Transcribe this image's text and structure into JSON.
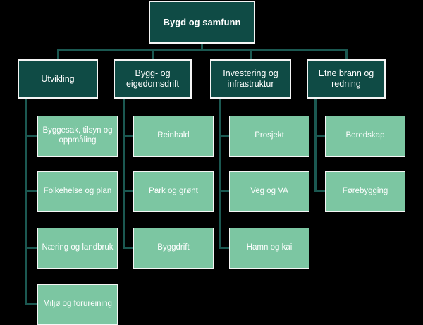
{
  "diagram": {
    "type": "org-chart",
    "root": {
      "label": "Bygd og samfunn"
    },
    "branches": [
      {
        "label": "Utvikling",
        "children": [
          "Byggesak, tilsyn og oppmåling",
          "Folkehelse og plan",
          "Næring og landbruk",
          "Miljø og forureining"
        ]
      },
      {
        "label": "Bygg- og eigedomsdrift",
        "children": [
          "Reinhald",
          "Park og grønt",
          "Byggdrift"
        ]
      },
      {
        "label": "Investering og infrastruktur",
        "children": [
          "Prosjekt",
          "Veg og VA",
          "Hamn og kai"
        ]
      },
      {
        "label": "Etne brann og redning",
        "children": [
          "Beredskap",
          "Førebygging"
        ]
      }
    ]
  },
  "colors": {
    "background": "#000000",
    "node_dark": "#0f4b45",
    "node_light": "#7cc6a2",
    "connector": "#1b5851",
    "border": "#f5f5f5",
    "text": "#ffffff"
  }
}
